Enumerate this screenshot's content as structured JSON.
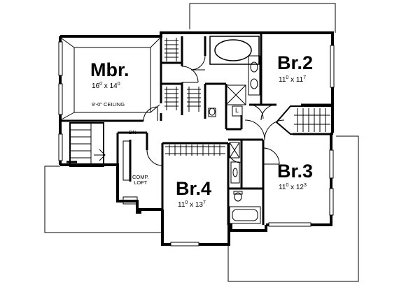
{
  "rooms": {
    "mbr": {
      "name": "Mbr.",
      "dim_w": "16",
      "dim_w_sup": "0",
      "dim_h": "14",
      "dim_h_sup": "0",
      "note": "9'-0\" CEILING"
    },
    "br2": {
      "name": "Br.2",
      "dim_w": "11",
      "dim_w_sup": "0",
      "dim_h": "11",
      "dim_h_sup": "7"
    },
    "br3": {
      "name": "Br.3",
      "dim_w": "11",
      "dim_w_sup": "0",
      "dim_h": "12",
      "dim_h_sup": "3"
    },
    "br4": {
      "name": "Br.4",
      "dim_w": "11",
      "dim_w_sup": "0",
      "dim_h": "13",
      "dim_h_sup": "7"
    }
  },
  "labels": {
    "dn": "DN",
    "comp_loft_1": "COMP.",
    "comp_loft_2": "LOFT",
    "linen": "L"
  },
  "colors": {
    "wall": "#000000",
    "background": "#ffffff"
  }
}
